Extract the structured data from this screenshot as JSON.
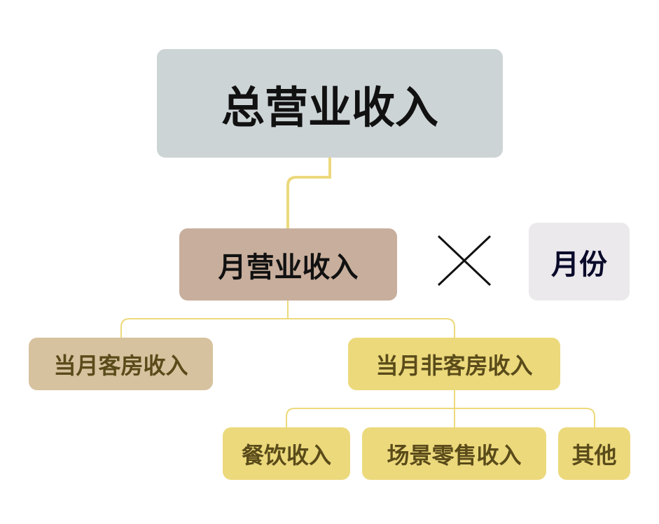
{
  "root": {
    "label": "总营业收入"
  },
  "monthly": {
    "label": "月营业收入"
  },
  "operator": {
    "symbol": "×"
  },
  "months": {
    "label": "月份"
  },
  "level2": [
    {
      "label": "当月客房收入"
    },
    {
      "label": "当月非客房收入"
    }
  ],
  "level3": [
    {
      "label": "餐饮收入"
    },
    {
      "label": "场景零售收入"
    },
    {
      "label": "其他"
    }
  ],
  "colors": {
    "root": "#cdd4d6",
    "monthly": "#c8ae9c",
    "months": "#ebe9ec",
    "room": "#d7c29f",
    "nonroom": "#ecd97c",
    "connector": "#ecd97c"
  }
}
